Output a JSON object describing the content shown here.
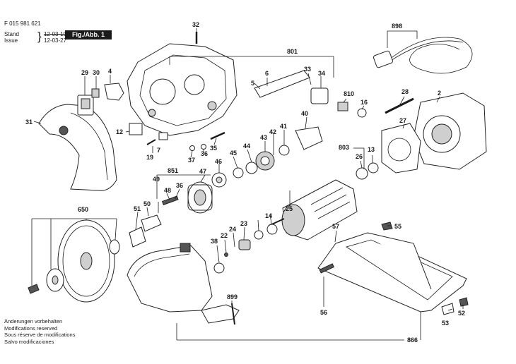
{
  "header": {
    "code": "F 015 981 621",
    "stand_label": "Stand",
    "issue_label": "Issue",
    "stand_date": "12-03-19",
    "issue_date": "12-03-27",
    "figure": "Fig./Abb. 1"
  },
  "notes": [
    "Änderungen vorbehalten",
    "Modifications reserved",
    "Sous réserve de modifications",
    "Salvo modificaciones"
  ],
  "labels": {
    "p2": "2",
    "p4": "4",
    "p5": "5",
    "p6": "6",
    "p7": "7",
    "p12": "12",
    "p13": "13",
    "p14": "14",
    "p16": "16",
    "p19": "19",
    "p22": "22",
    "p23": "23",
    "p24": "24",
    "p25": "25",
    "p26": "26",
    "p27": "27",
    "p28": "28",
    "p29": "29",
    "p30": "30",
    "p31": "31",
    "p32": "32",
    "p33": "33",
    "p34": "34",
    "p35": "35",
    "p36": "36",
    "p36b": "36",
    "p37": "37",
    "p38": "38",
    "p40": "40",
    "p41": "41",
    "p42": "42",
    "p43": "43",
    "p44": "44",
    "p45": "45",
    "p46": "46",
    "p47": "47",
    "p48": "48",
    "p49": "49",
    "p50": "50",
    "p51": "51",
    "p52": "52",
    "p53": "53",
    "p55": "55",
    "p56": "56",
    "p57": "57",
    "p650": "650",
    "p801": "801",
    "p803": "803",
    "p810": "810",
    "p851": "851",
    "p866": "866",
    "p898": "898",
    "p899": "899"
  }
}
